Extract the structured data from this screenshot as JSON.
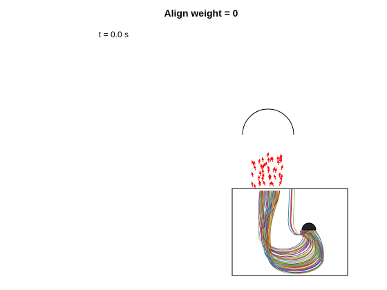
{
  "figure": {
    "title": "Align weight = 0",
    "time_label": "t = 0.0 s"
  },
  "scene": {
    "particles": {
      "color": "#ff0000",
      "count": 44,
      "marker": "arrow-up"
    },
    "trajectory_colors": [
      "#0072bd",
      "#d95319",
      "#edb120",
      "#7e2f8e",
      "#77ac30",
      "#4dbeee",
      "#a2142f"
    ],
    "trajectory_count": 70
  }
}
